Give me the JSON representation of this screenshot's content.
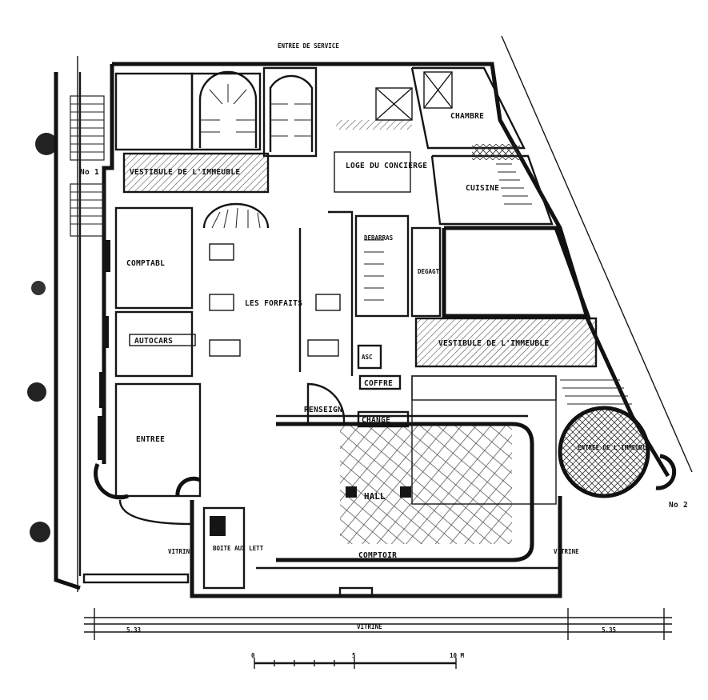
{
  "plan": {
    "rooms": {
      "entree_service": "ENTREE DE SERVICE",
      "vestibule_immeuble_1": "VESTIBULE DE L'IMMEUBLE",
      "loge": "LOGE DU CONCIERGE",
      "chambre": "CHAMBRE",
      "cuisine": "CUISINE",
      "debarras": "DEBARRAS",
      "degagt": "DEGAGT",
      "comptable": "COMPTABL",
      "forfaits": "LES FORFAITS",
      "autocars": "AUTOCARS",
      "asc": "ASC",
      "vestibule_immeuble_2": "VESTIBULE DE L'IMMEUBLE",
      "coffre": "COFFRE",
      "renseign": "RENSEIGN",
      "change": "CHANGE",
      "entree": "ENTREE",
      "entree_immeuble": "ENTREE DE L'IMMEUBLE",
      "hall": "HALL",
      "comptoir": "COMPTOIR",
      "vitrine_left": "VITRINE",
      "vitrine_right": "VITRINE",
      "vitrine_bottom": "VITRINE",
      "boite_aux_lettres": "BOITE AUX LETT",
      "no_left": "No 1",
      "no_right": "No 2"
    },
    "dimensions": {
      "left": "5.33",
      "right": "5.35"
    },
    "scale": {
      "ticks": [
        "0",
        "5",
        "10 M"
      ]
    }
  }
}
